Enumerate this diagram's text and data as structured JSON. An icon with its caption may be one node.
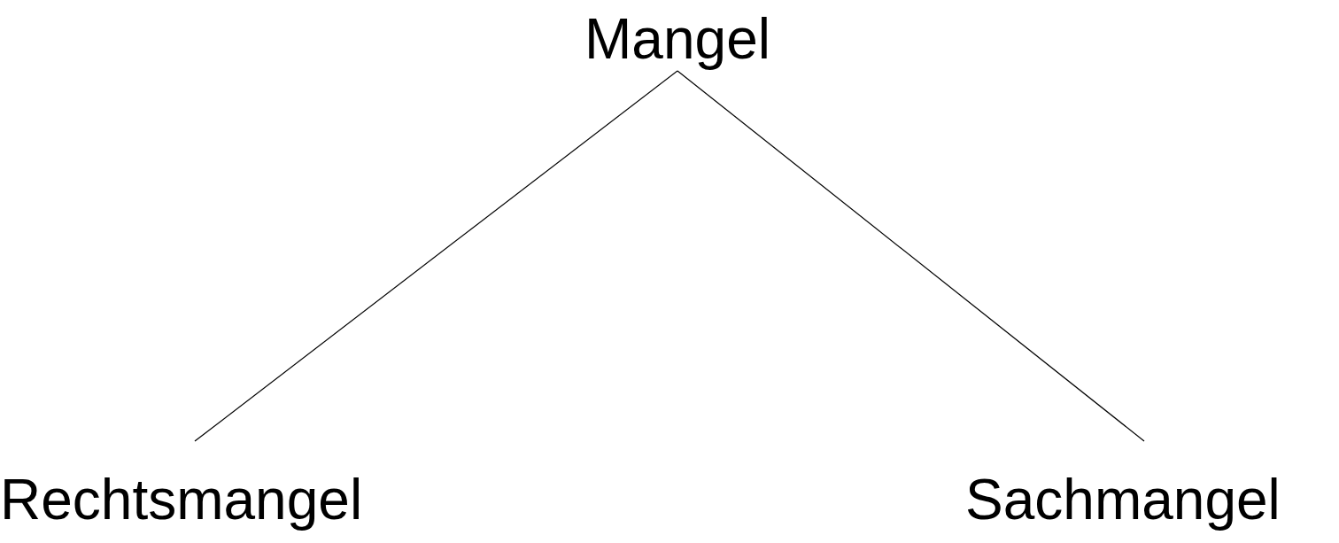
{
  "diagram": {
    "nodes": [
      {
        "text": [
          "Mangel"
        ]
      },
      {
        "text": [
          "Rechtsmangel"
        ]
      },
      {
        "text": [
          "Sachmangel"
        ]
      }
    ],
    "edges": [
      {
        "from": 0,
        "to": 1,
        "arrow": "none"
      },
      {
        "from": 0,
        "to": 2,
        "arrow": "none"
      }
    ]
  }
}
